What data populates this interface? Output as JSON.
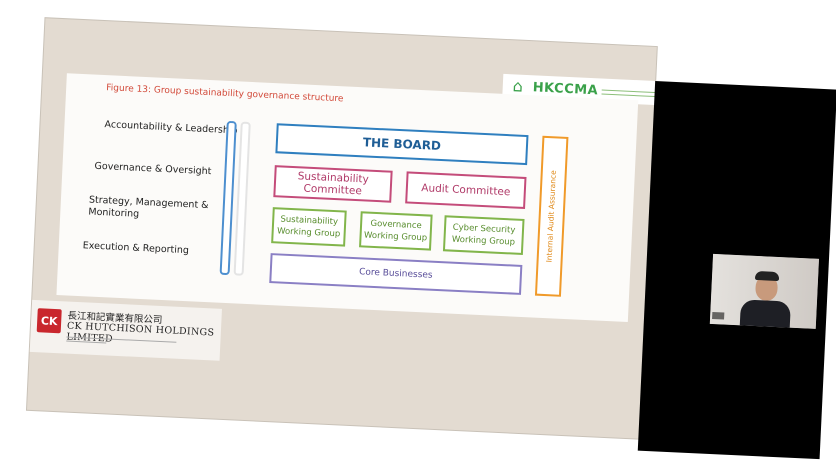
{
  "slide": {
    "title": "Figure 13: Group sustainability governance structure",
    "rows": [
      "Accountability & Leadership",
      "Governance & Oversight",
      "Strategy, Management & Monitoring",
      "Execution & Reporting"
    ],
    "board": "THE BOARD",
    "sustainability_committee": "Sustainability Committee",
    "audit_committee": "Audit Committee",
    "working_groups": [
      "Sustainability Working Group",
      "Governance Working Group",
      "Cyber Security Working Group"
    ],
    "core_businesses": "Core Businesses",
    "internal_audit": "Internal Audit Assurance"
  },
  "hkccma": {
    "name": "HKCCMA",
    "icon": "hkccma-logo-icon"
  },
  "company": {
    "chinese_name": "長江和記實業有限公司",
    "english_name": "CK HUTCHISON HOLDINGS LIMITED"
  },
  "colors": {
    "board": "#2f7fbf",
    "committee": "#c44c7a",
    "working_group": "#82b54b",
    "core": "#8a7fc4",
    "internal_audit": "#f09a2a",
    "title": "#d24a3a"
  }
}
